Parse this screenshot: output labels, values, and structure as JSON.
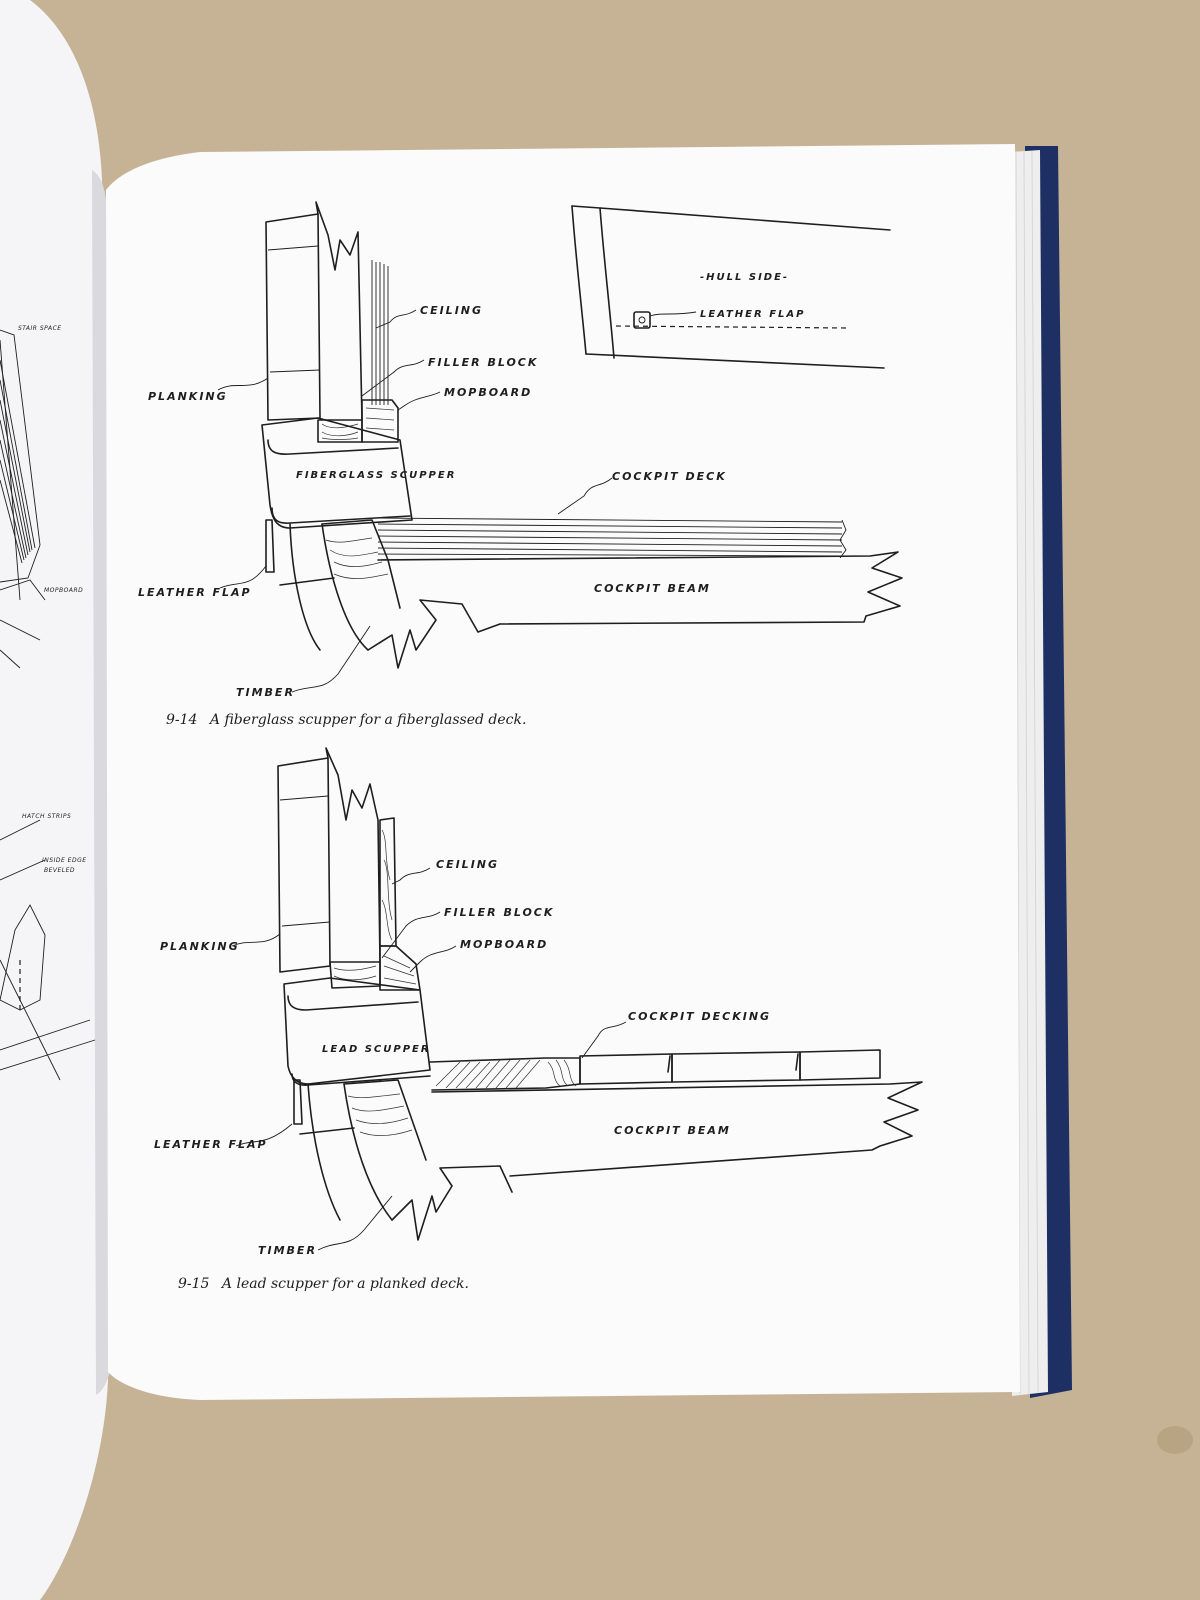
{
  "figures": [
    {
      "number": "9-14",
      "caption": "A fiberglass scupper for a fiberglassed deck.",
      "labels": {
        "ceiling": "CEILING",
        "filler_block": "FILLER BLOCK",
        "mopboard": "MOPBOARD",
        "planking": "PLANKING",
        "scupper": "FIBERGLASS SCUPPER",
        "leather_flap": "LEATHER FLAP",
        "timber": "TIMBER",
        "cockpit_deck": "COCKPIT DECK",
        "cockpit_beam": "COCKPIT BEAM"
      }
    },
    {
      "number": "9-15",
      "caption": "A lead scupper for a planked deck.",
      "labels": {
        "ceiling": "CEILING",
        "filler_block": "FILLER BLOCK",
        "mopboard": "MOPBOARD",
        "planking": "PLANKING",
        "scupper": "LEAD SCUPPER",
        "leather_flap": "LEATHER FLAP",
        "timber": "TIMBER",
        "cockpit_decking": "COCKPIT DECKING",
        "cockpit_beam": "COCKPIT BEAM"
      }
    }
  ],
  "inset": {
    "hull_side": "-HULL SIDE-",
    "leather_flap": "LEATHER FLAP"
  },
  "left_page_fragments": {
    "stair_space": "STAIR SPACE",
    "mopboard": "MOPBOARD",
    "hatch_strips": "HATCH STRIPS",
    "inside_edge": "INSIDE EDGE",
    "beveled": "BEVELED"
  },
  "colors": {
    "table": "#c6b396",
    "page": "#fbfbfb",
    "left_page": "#f5f5f7",
    "cover": "#1d2f63",
    "ink": "#1e1e1e"
  }
}
